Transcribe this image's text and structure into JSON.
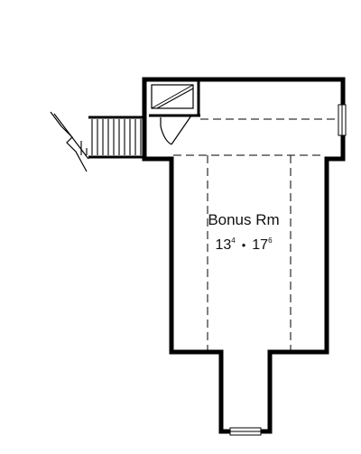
{
  "room": {
    "name": "Bonus Rm",
    "width_ft": "13",
    "width_in": "4",
    "separator": "•",
    "length_ft": "17",
    "length_in": "6"
  },
  "colors": {
    "wall": "#000000",
    "background": "#ffffff",
    "text": "#111111"
  }
}
